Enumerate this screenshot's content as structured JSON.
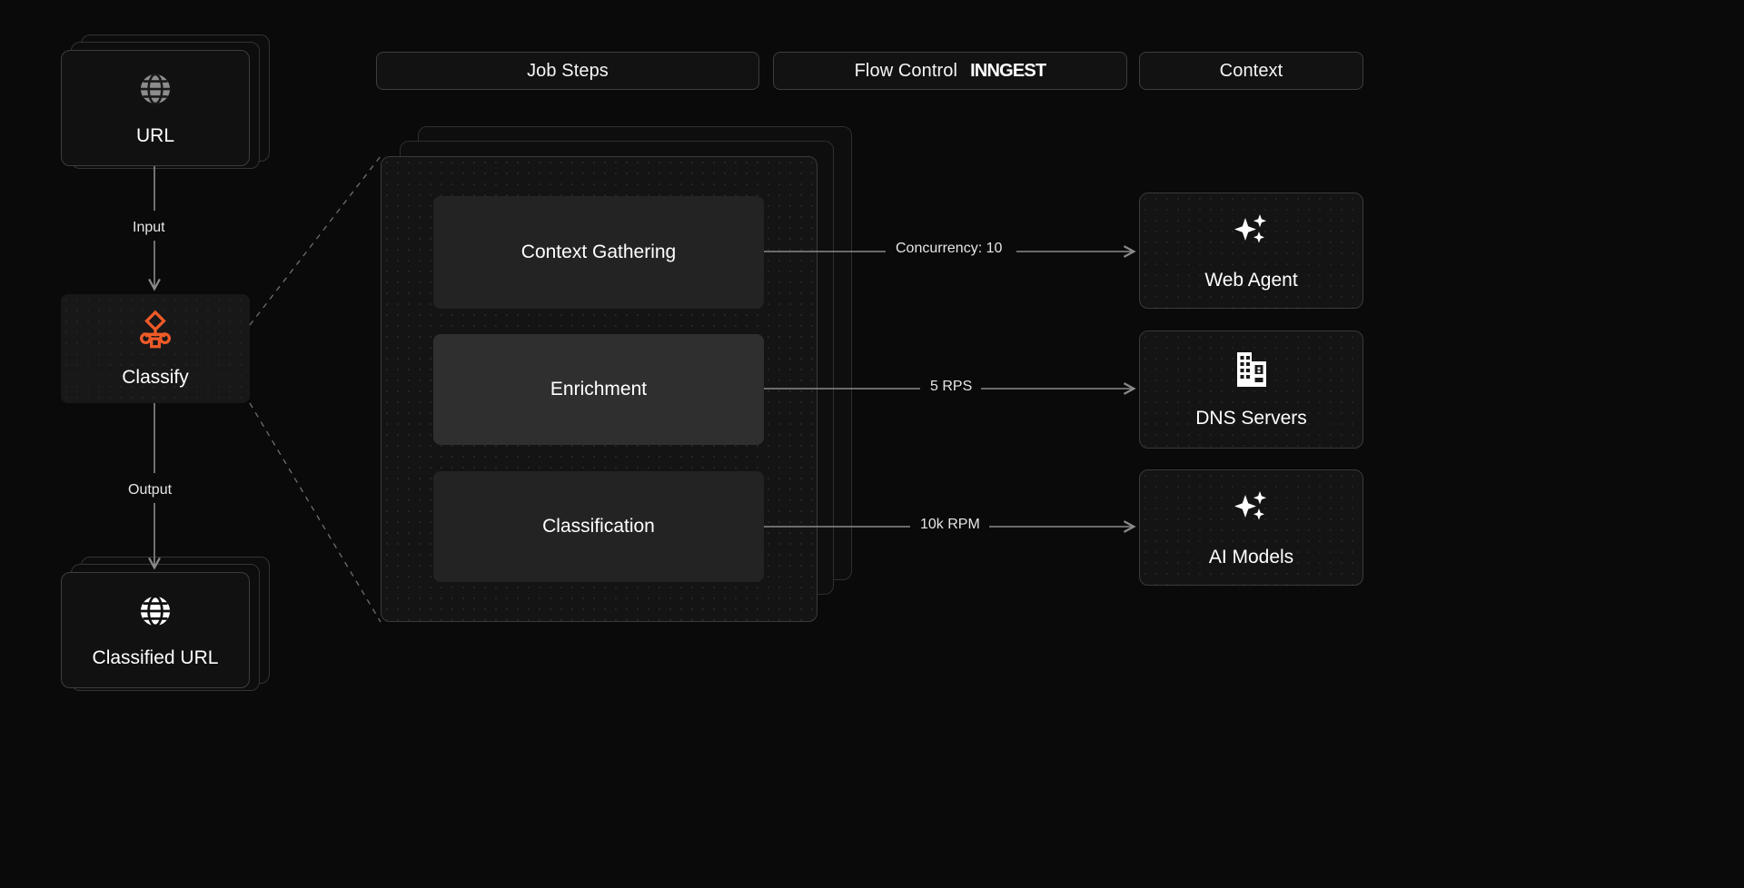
{
  "theme": {
    "background": "#0a0a0a",
    "card_bg": "#111111",
    "border": "#3a3a3a",
    "accent": "#f05a28",
    "text": "#ffffff",
    "line": "#8a8a8a"
  },
  "headers": [
    {
      "label": "Job Steps",
      "brand": ""
    },
    {
      "label": "Flow Control",
      "brand": "INNGEST"
    },
    {
      "label": "Context",
      "brand": ""
    }
  ],
  "pipeline": {
    "input_node": {
      "label": "URL",
      "icon": "globe-icon"
    },
    "input_edge_label": "Input",
    "process_node": {
      "label": "Classify",
      "icon": "classify-tree-icon"
    },
    "output_edge_label": "Output",
    "output_node": {
      "label": "Classified URL",
      "icon": "globe-icon"
    }
  },
  "job_steps": [
    {
      "label": "Context Gathering",
      "highlighted": false
    },
    {
      "label": "Enrichment",
      "highlighted": true
    },
    {
      "label": "Classification",
      "highlighted": false
    }
  ],
  "flow_control": [
    {
      "label": "Concurrency: 10"
    },
    {
      "label": "5 RPS"
    },
    {
      "label": "10k RPM"
    }
  ],
  "context_cards": [
    {
      "label": "Web Agent",
      "icon": "sparkles-icon"
    },
    {
      "label": "DNS Servers",
      "icon": "building-icon"
    },
    {
      "label": "AI Models",
      "icon": "sparkles-icon"
    }
  ]
}
